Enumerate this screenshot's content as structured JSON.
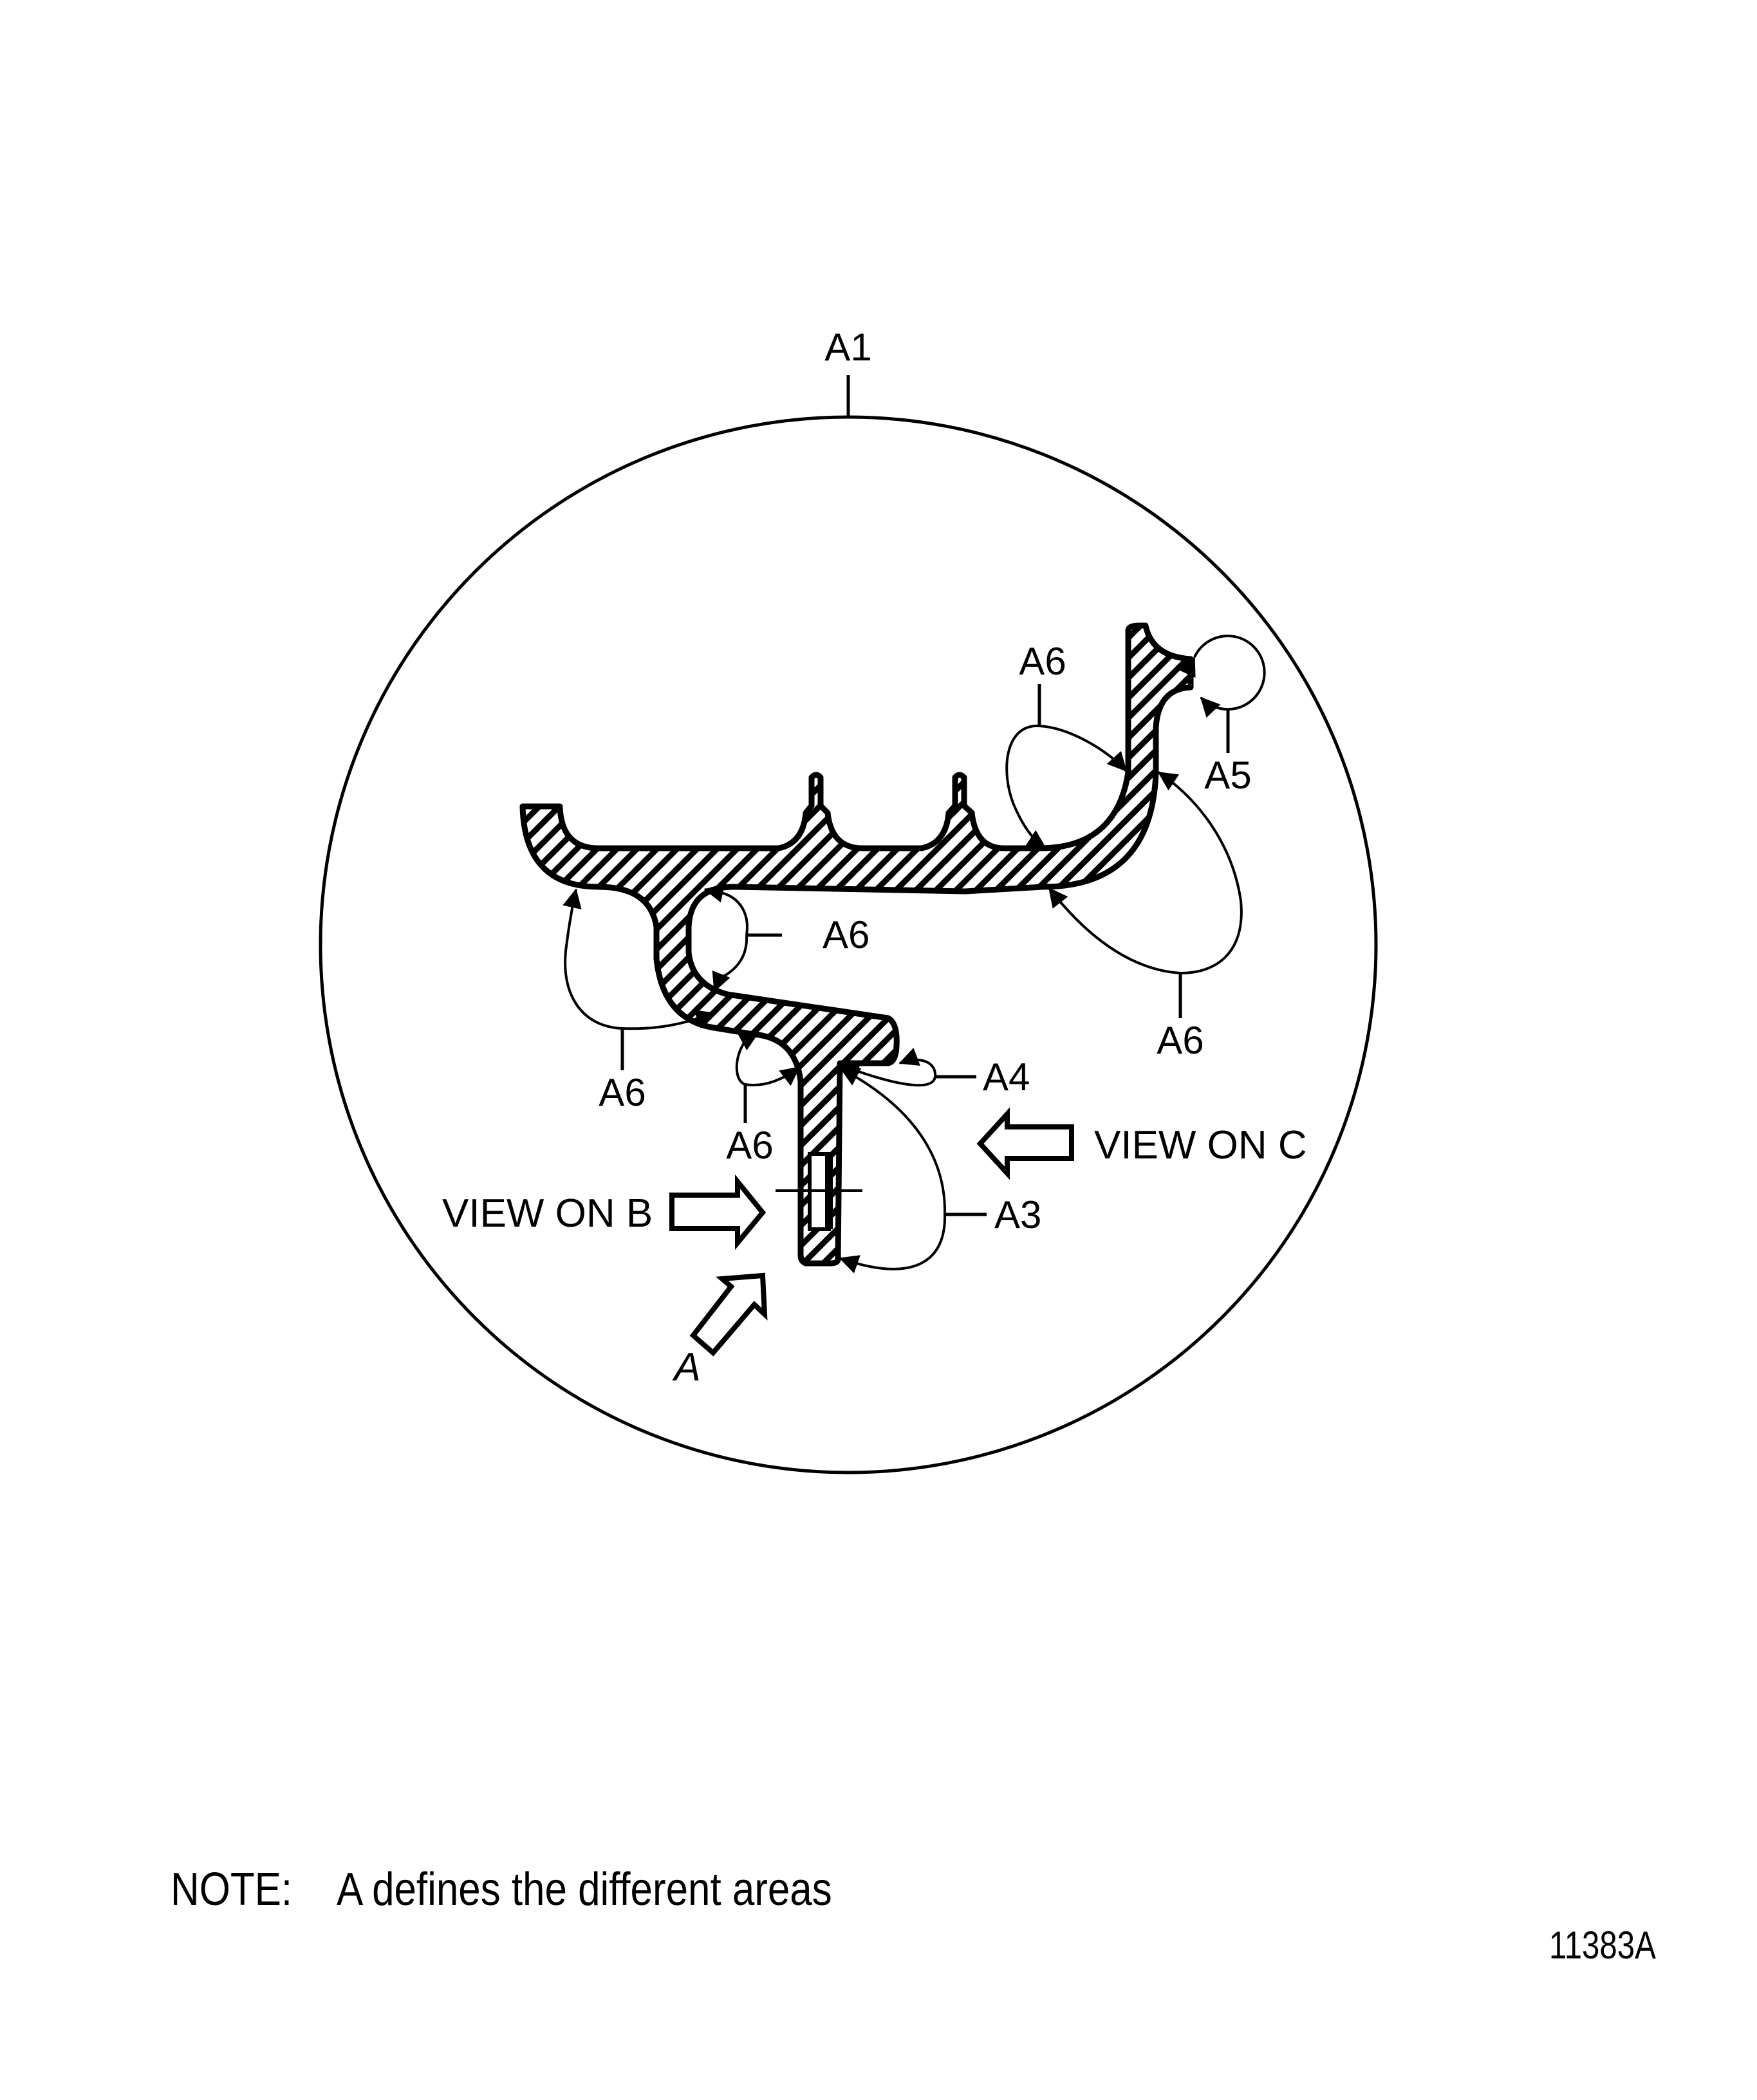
{
  "figure": {
    "id": "11383A",
    "outer_area_label": "A1",
    "note_prefix": "NOTE:",
    "note_text": "A defines the different areas"
  },
  "area_labels": {
    "a6_top": "A6",
    "a5": "A5",
    "a6_middle": "A6",
    "a6_right": "A6",
    "a6_left": "A6",
    "a4": "A4",
    "a6_bottom": "A6",
    "a3": "A3"
  },
  "views": {
    "view_c": "VIEW ON C",
    "view_b": "VIEW ON B",
    "view_a": "A"
  },
  "colors": {
    "ink": "#000000",
    "background": "#ffffff"
  }
}
